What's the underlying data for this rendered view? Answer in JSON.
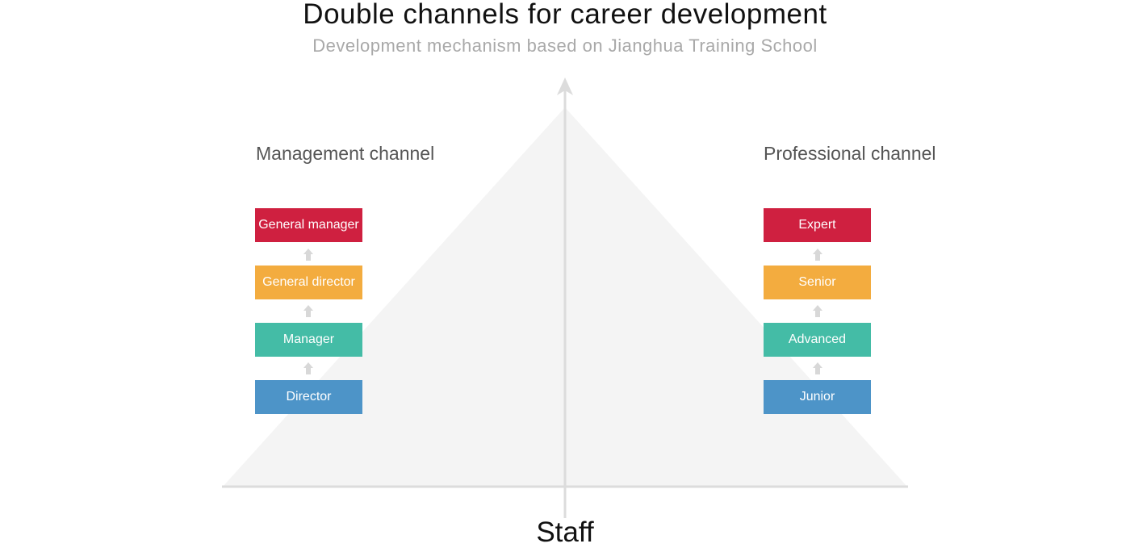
{
  "title": "Double channels for career development",
  "subtitle": "Development mechanism based on Jianghua Training School",
  "bottom_label": "Staff",
  "colors": {
    "red": "#cf2040",
    "orange": "#f3ac3f",
    "teal": "#44bca6",
    "blue": "#4d94c8",
    "pyramid": "#f4f4f4",
    "axis": "#dcdcdc"
  },
  "management": {
    "title": "Management channel",
    "levels": [
      {
        "label": "General manager",
        "color": "#cf2040"
      },
      {
        "label": "General director",
        "color": "#f3ac3f"
      },
      {
        "label": "Manager",
        "color": "#44bca6"
      },
      {
        "label": "Director",
        "color": "#4d94c8"
      }
    ]
  },
  "professional": {
    "title": "Professional channel",
    "levels": [
      {
        "label": "Expert",
        "color": "#cf2040"
      },
      {
        "label": "Senior",
        "color": "#f3ac3f"
      },
      {
        "label": "Advanced",
        "color": "#44bca6"
      },
      {
        "label": "Junior",
        "color": "#4d94c8"
      }
    ]
  }
}
